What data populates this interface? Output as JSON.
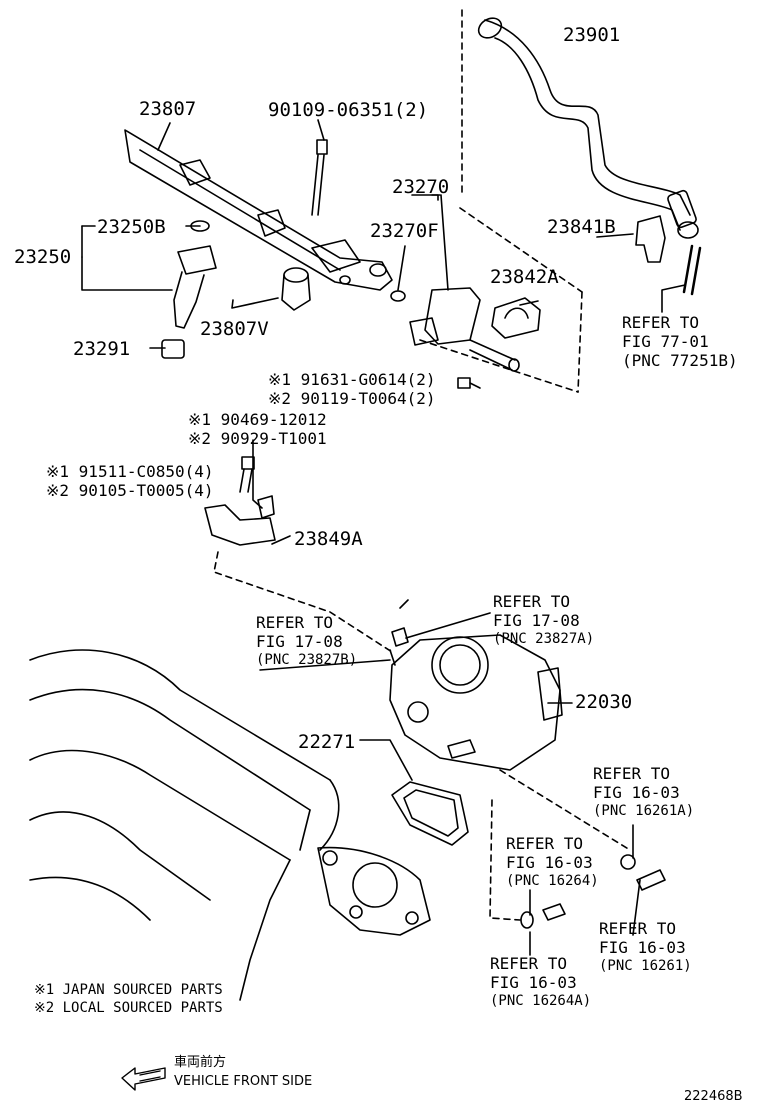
{
  "parts": {
    "fuel_hose": "23901",
    "delivery_pipe": "23807",
    "bolt_delivery": "90109-06351(2)",
    "pulsation_damper": "23270",
    "damper_oring": "23270F",
    "injector_oring": "23250B",
    "injector_assy": "23250",
    "insulator": "23807V",
    "injector_insulator": "23291",
    "clamp_a": "23842A",
    "clamp_b": "23841B",
    "bracket": "23849A",
    "throttle_body": "22030",
    "throttle_gasket": "22271"
  },
  "notes": {
    "bolt_damper": [
      "※1 91631-G0614(2)",
      "※2 90119-T0064(2)"
    ],
    "clip_part": [
      "※1 90469-12012",
      "※2 90929-T1001"
    ],
    "bolt_bracket": [
      "※1 91511-C0850(4)",
      "※2 90105-T0005(4)"
    ]
  },
  "references": {
    "fig77_01": {
      "line1": "REFER TO",
      "line2": "FIG 77-01",
      "pnc": "(PNC 77251B)"
    },
    "fig17_08_a": {
      "line1": "REFER TO",
      "line2": "FIG 17-08",
      "pnc": "(PNC 23827A)"
    },
    "fig17_08_b": {
      "line1": "REFER TO",
      "line2": "FIG 17-08",
      "pnc": "(PNC 23827B)"
    },
    "fig16_03_261a": {
      "line1": "REFER TO",
      "line2": "FIG 16-03",
      "pnc": "(PNC 16261A)"
    },
    "fig16_03_264": {
      "line1": "REFER TO",
      "line2": "FIG 16-03",
      "pnc": "(PNC 16264)"
    },
    "fig16_03_261": {
      "line1": "REFER TO",
      "line2": "FIG 16-03",
      "pnc": "(PNC 16261)"
    },
    "fig16_03_264a": {
      "line1": "REFER TO",
      "line2": "FIG 16-03",
      "pnc": "(PNC 16264A)"
    }
  },
  "footnotes": {
    "japan": "※1 JAPAN SOURCED PARTS",
    "local": "※2 LOCAL SOURCED PARTS"
  },
  "direction": {
    "jp": "車両前方",
    "en": "VEHICLE FRONT SIDE",
    "icon": "arrow-left-icon"
  },
  "figure_code": "222468B"
}
